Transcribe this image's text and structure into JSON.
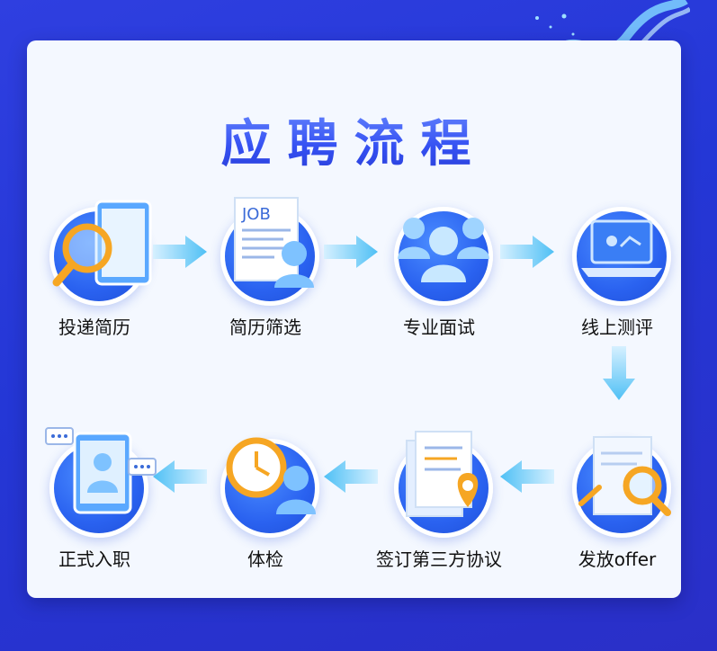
{
  "title": "应聘流程",
  "steps": [
    {
      "label": "投递简历",
      "icon": "magnifier-tablet-icon"
    },
    {
      "label": "简历筛选",
      "icon": "job-resume-icon",
      "badge": "JOB"
    },
    {
      "label": "专业面试",
      "icon": "interview-people-icon"
    },
    {
      "label": "线上测评",
      "icon": "laptop-icon"
    },
    {
      "label": "发放offer",
      "icon": "document-magnifier-icon"
    },
    {
      "label": "签订第三方协议",
      "icon": "agreement-location-icon"
    },
    {
      "label": "体检",
      "icon": "clock-person-icon"
    },
    {
      "label": "正式入职",
      "icon": "onboarding-chat-icon"
    }
  ],
  "colors": {
    "background": "#2437d6",
    "card": "#f4f8ff",
    "title": "#3e63ff",
    "icon_circle": "#2a62f0",
    "arrow": "#4fc0f5",
    "accent_orange": "#f6a623"
  }
}
